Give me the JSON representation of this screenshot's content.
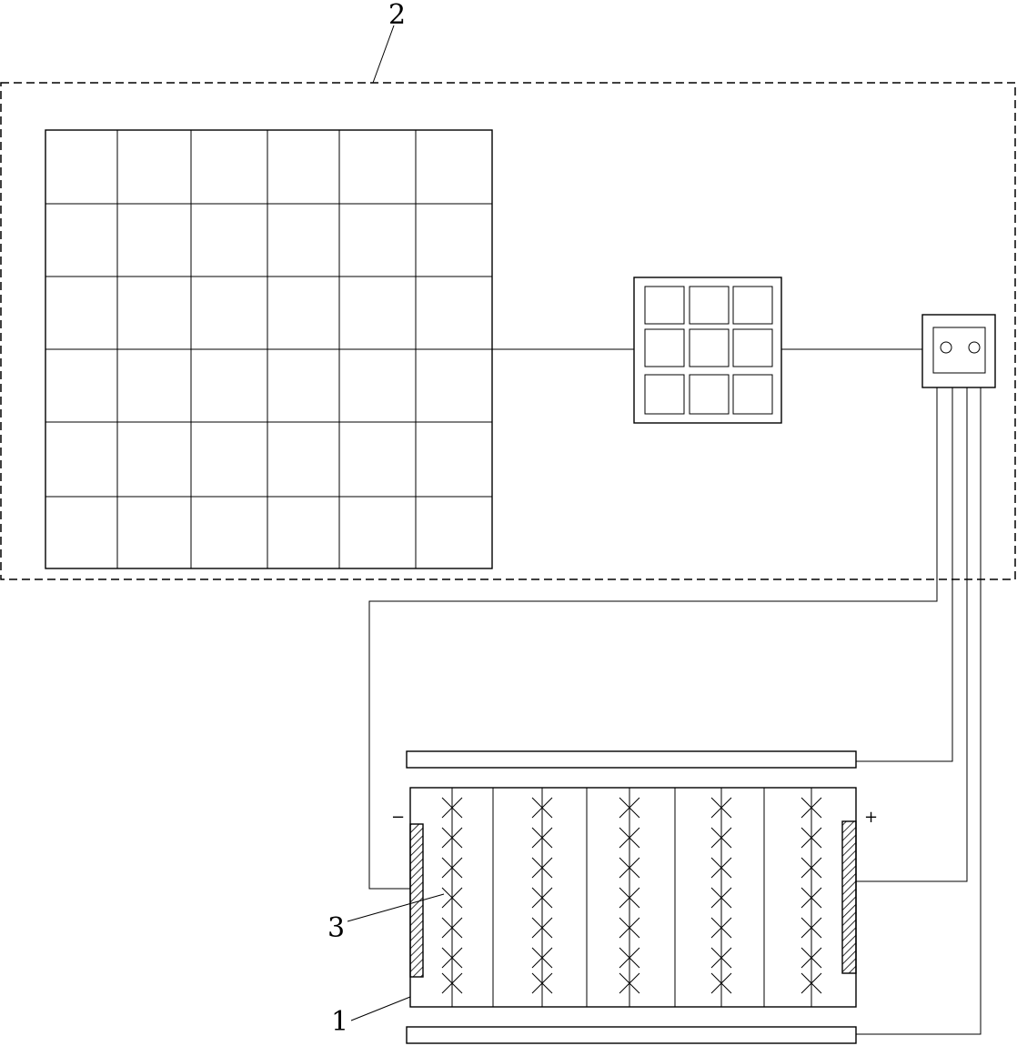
{
  "labels": {
    "module_system": "2",
    "cell_stack": "3",
    "tank": "1",
    "negative_sign": "−",
    "positive_sign": "+"
  }
}
